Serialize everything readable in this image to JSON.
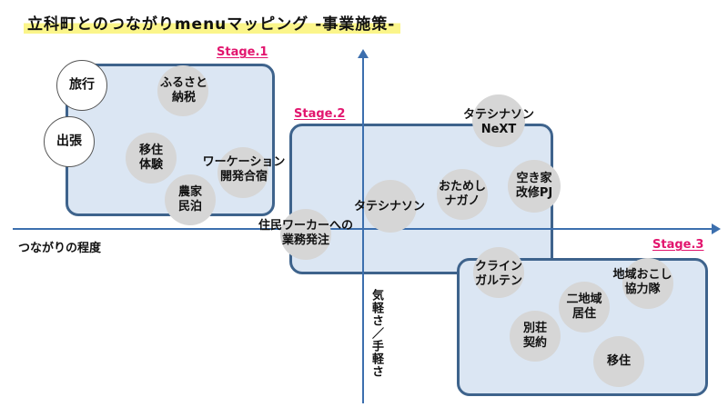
{
  "title": "立科町とのつながりmenuマッピング -事業施策-",
  "axes": {
    "x_label": "つながりの程度",
    "y_label": "気軽さ／手軽さ"
  },
  "stages": [
    {
      "label": "Stage.1"
    },
    {
      "label": "Stage.2"
    },
    {
      "label": "Stage.3"
    }
  ],
  "items": [
    {
      "id": "travel",
      "text": "旅行",
      "style": "outline"
    },
    {
      "id": "business-trip",
      "text": "出張",
      "style": "outline"
    },
    {
      "id": "furusato-nozei",
      "text": "ふるさと\n納税",
      "style": "filled"
    },
    {
      "id": "migration-trial",
      "text": "移住\n体験",
      "style": "filled"
    },
    {
      "id": "farm-stay",
      "text": "農家\n民泊",
      "style": "filled"
    },
    {
      "id": "workation",
      "text": "ワーケーション\n開発合宿",
      "style": "filled"
    },
    {
      "id": "resident-worker",
      "text": "住民ワーカーへの\n業務発注",
      "style": "filled"
    },
    {
      "id": "tateshinason",
      "text": "タテシナソン",
      "style": "filled"
    },
    {
      "id": "tateshinason-next",
      "text": "タテシナソン\nNeXT",
      "style": "filled"
    },
    {
      "id": "otameshi-nagano",
      "text": "おためし\nナガノ",
      "style": "filled"
    },
    {
      "id": "akiya-pj",
      "text": "空き家\n改修PJ",
      "style": "filled"
    },
    {
      "id": "kleingarten",
      "text": "クライン\nガルテン",
      "style": "filled"
    },
    {
      "id": "chiiki-okoshi",
      "text": "地域おこし\n協力隊",
      "style": "filled"
    },
    {
      "id": "dual-residence",
      "text": "二地域\n居住",
      "style": "filled"
    },
    {
      "id": "villa-contract",
      "text": "別荘\n契約",
      "style": "filled"
    },
    {
      "id": "migration",
      "text": "移住",
      "style": "filled"
    }
  ],
  "colors": {
    "box_fill": "#dbe6f3",
    "box_border": "#3e638c",
    "stage_label": "#e2156e",
    "axis": "#3c6fae",
    "bubble": "#d6d6d6",
    "title_highlight": "#fbf58a"
  }
}
